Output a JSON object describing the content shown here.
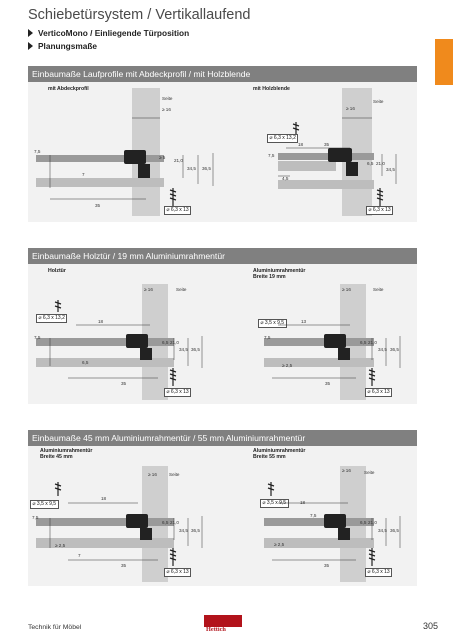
{
  "header": {
    "title": "Schiebetürsystem / Vertikallaufend",
    "crumb1": "VerticoMono / Einliegende Türposition",
    "crumb2": "Planungsmaße"
  },
  "sections": [
    {
      "heading": "Einbaumaße Laufprofile mit Abdeckprofil / mit Holzblende",
      "left": {
        "label": "mit Abdeckprofil",
        "seite": "Seite",
        "gte16": "≥ 16",
        "dims": [
          "7,5",
          "7",
          "21,0",
          "34,5",
          "36,5",
          "35"
        ],
        "dim_small": "≥ 5",
        "screw": "⌀ 6,3 x 13"
      },
      "right": {
        "label": "mit Holzblende",
        "seite": "Seite",
        "gte16": "≥ 16",
        "dims": [
          "7,5",
          "18",
          "35",
          "6,5",
          "21,0",
          "34,5",
          "4,5"
        ],
        "screw_top": "⌀ 6,3 x 13,2",
        "screw": "⌀ 6,3 x 13"
      }
    },
    {
      "heading": "Einbaumaße Holztür / 19 mm Aluminiumrahmentür",
      "left": {
        "label": "Holztür",
        "seite": "Seite",
        "gte16": "≥ 16",
        "screw_top": "⌀ 6,3 x 13,2",
        "dims": [
          "18",
          "7,5",
          "6,5",
          "21,0",
          "34,5",
          "36,5",
          "6,5",
          "35"
        ],
        "screw": "⌀ 6,3 x 13"
      },
      "right": {
        "label": "Aluminiumrahmentür\nBreite 19 mm",
        "seite": "Seite",
        "gte16": "≥ 16",
        "screw_top": "⌀ 3,5 x 9,5",
        "dims": [
          "13",
          "7,5",
          "6,5",
          "21,0",
          "34,5",
          "36,5",
          "≥ 2,5",
          "35"
        ],
        "screw": "⌀ 6,3 x 13"
      }
    },
    {
      "heading": "Einbaumaße 45 mm Aluminiumrahmentür / 55 mm Aluminiumrahmentür",
      "left": {
        "label": "Aluminiumrahmentür\nBreite 45 mm",
        "seite": "Seite",
        "gte16": "≥ 16",
        "screw_top": "⌀ 3,5 x 9,5",
        "dims": [
          "18",
          "7,5",
          "6,5",
          "21,0",
          "34,5",
          "36,5",
          "≥ 2,5",
          "7",
          "35"
        ],
        "screw": "⌀ 6,3 x 13"
      },
      "right": {
        "label": "Aluminiumrahmentür\nBreite 55 mm",
        "seite": "Seite",
        "gte16": "≥ 16",
        "screw_top": "⌀ 3,5 x 9,5",
        "dims": [
          "18",
          "7,5",
          "6,5",
          "21,0",
          "34,5",
          "36,5",
          "≥ 2,5",
          "35"
        ],
        "screw": "⌀ 6,3 x 13"
      }
    }
  ],
  "footer": {
    "left": "Technik für Möbel",
    "brand": "Hettich",
    "page": "305"
  },
  "colors": {
    "accent": "#f08a1c",
    "section_header": "#808080",
    "brand_red": "#b2131b"
  }
}
